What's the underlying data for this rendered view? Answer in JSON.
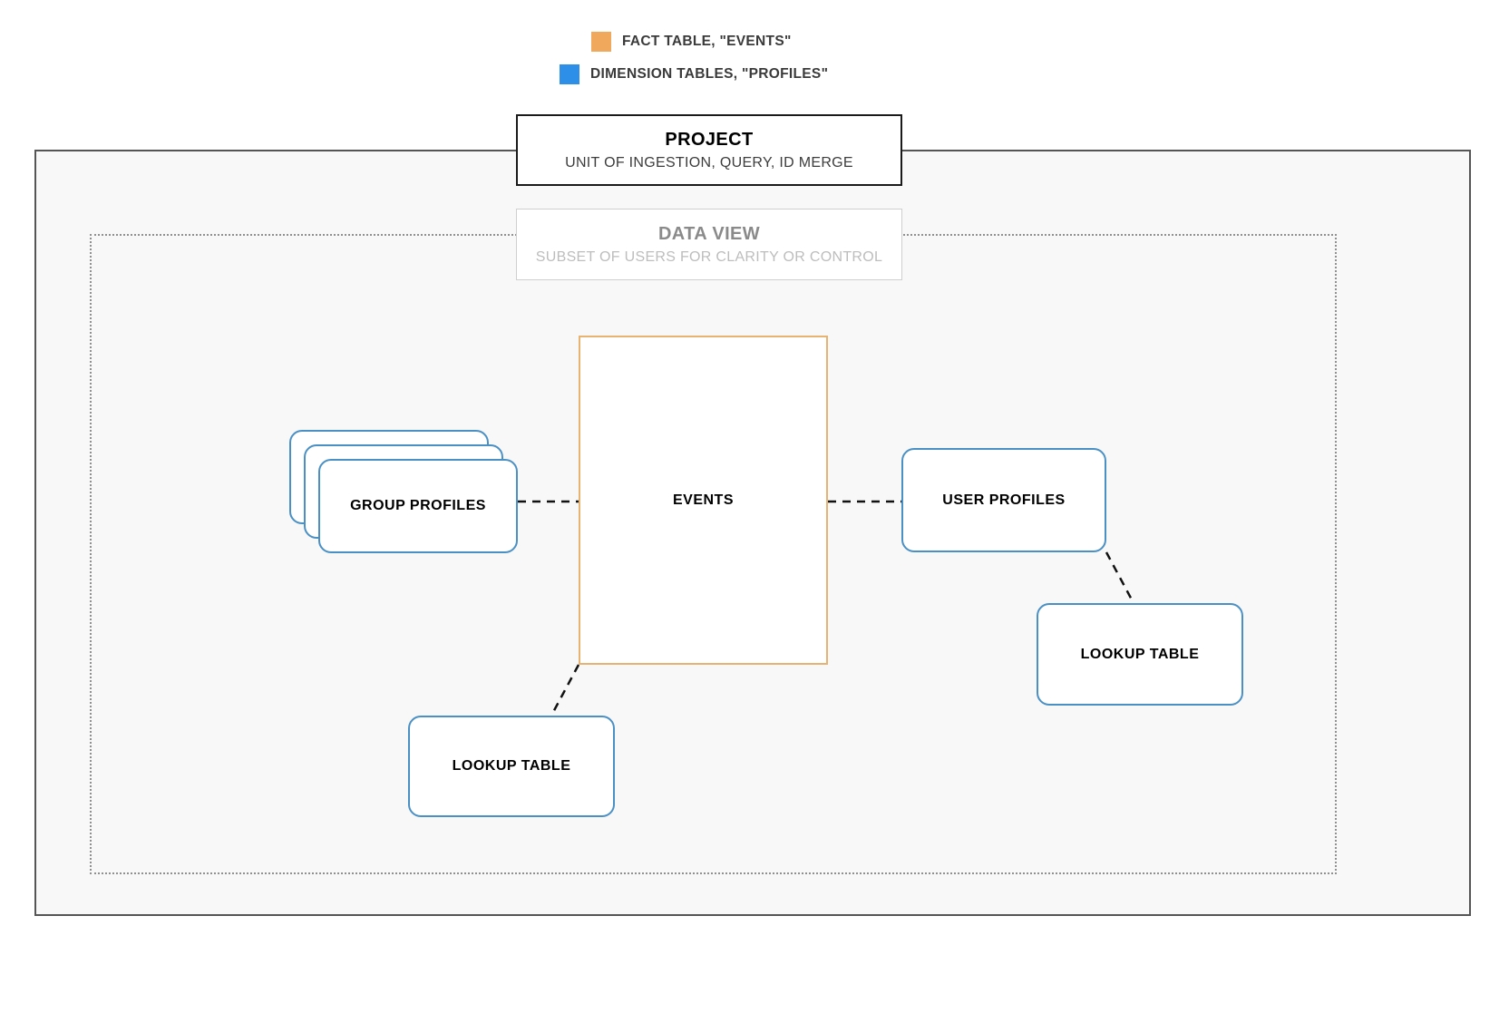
{
  "legend": {
    "items": [
      {
        "label": "FACT TABLE, \"EVENTS\"",
        "color": "#f0a95c",
        "icon": "square-swatch-icon"
      },
      {
        "label": "DIMENSION TABLES, \"PROFILES\"",
        "color": "#2d8fe8",
        "icon": "square-swatch-icon"
      }
    ]
  },
  "project": {
    "title": "PROJECT",
    "subtitle": "UNIT OF INGESTION, QUERY, ID MERGE"
  },
  "data_view": {
    "title": "DATA VIEW",
    "subtitle": "SUBSET OF USERS FOR CLARITY OR CONTROL"
  },
  "nodes": {
    "events": {
      "label": "EVENTS",
      "type": "fact",
      "color": "#e8b272"
    },
    "group_profiles": {
      "label": "GROUP PROFILES",
      "type": "dimension",
      "color": "#4a90c4",
      "stack_count": 3
    },
    "user_profiles": {
      "label": "USER PROFILES",
      "type": "dimension",
      "color": "#4a90c4"
    },
    "lookup_table_left": {
      "label": "LOOKUP TABLE",
      "type": "dimension",
      "color": "#4a90c4"
    },
    "lookup_table_right": {
      "label": "LOOKUP TABLE",
      "type": "dimension",
      "color": "#4a90c4"
    }
  },
  "connectors": [
    {
      "from": "group_profiles",
      "to": "events",
      "style": "dashed"
    },
    {
      "from": "events",
      "to": "user_profiles",
      "style": "dashed"
    },
    {
      "from": "events",
      "to": "lookup_table_left",
      "style": "dashed"
    },
    {
      "from": "user_profiles",
      "to": "lookup_table_right",
      "style": "dashed"
    }
  ],
  "colors": {
    "frame_border": "#555555",
    "dataview_border": "#909090",
    "canvas_background": "#f8f8f8",
    "connector": "#111111"
  }
}
